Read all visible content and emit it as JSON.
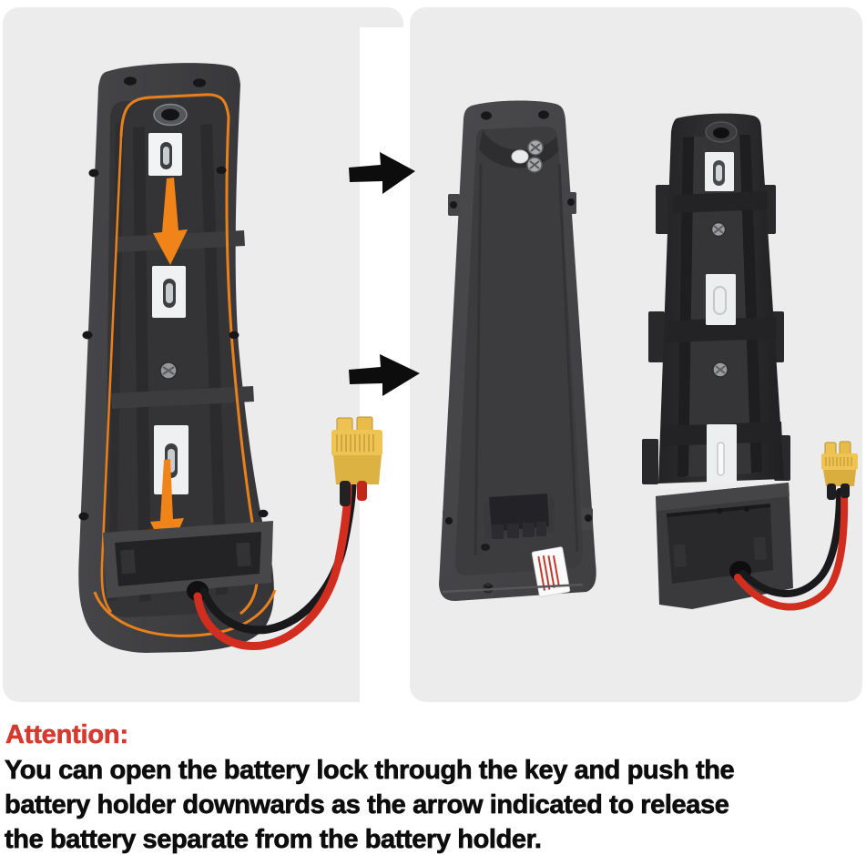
{
  "caption": {
    "heading": "Attention:",
    "lines": [
      "You can open the battery lock through the key and push the",
      "battery holder downwards as the arrow indicated to release",
      "the battery separate from the battery holder."
    ]
  },
  "icons": {
    "down_arrow": "orange tapered arrow pointing down (2x on left photo)",
    "right_arrow": "black arrow pointing right (2x between panels)"
  },
  "colors": {
    "page_background": "#ffffff",
    "panel_gray": "#ececec",
    "attention_red": "#d43a30",
    "body_text": "#0d0d0d",
    "accent_orange": "#f08419",
    "shell_dark": "#3d3d40",
    "tray_gray": "#454548",
    "rail_black": "#2a2a2c",
    "plate_silver": "#f0f1f2",
    "connector_yellow": "#eec455",
    "wire_red": "#d22e1f",
    "wire_black": "#1a1a1c",
    "sticker_text_red": "#c23a2e"
  }
}
